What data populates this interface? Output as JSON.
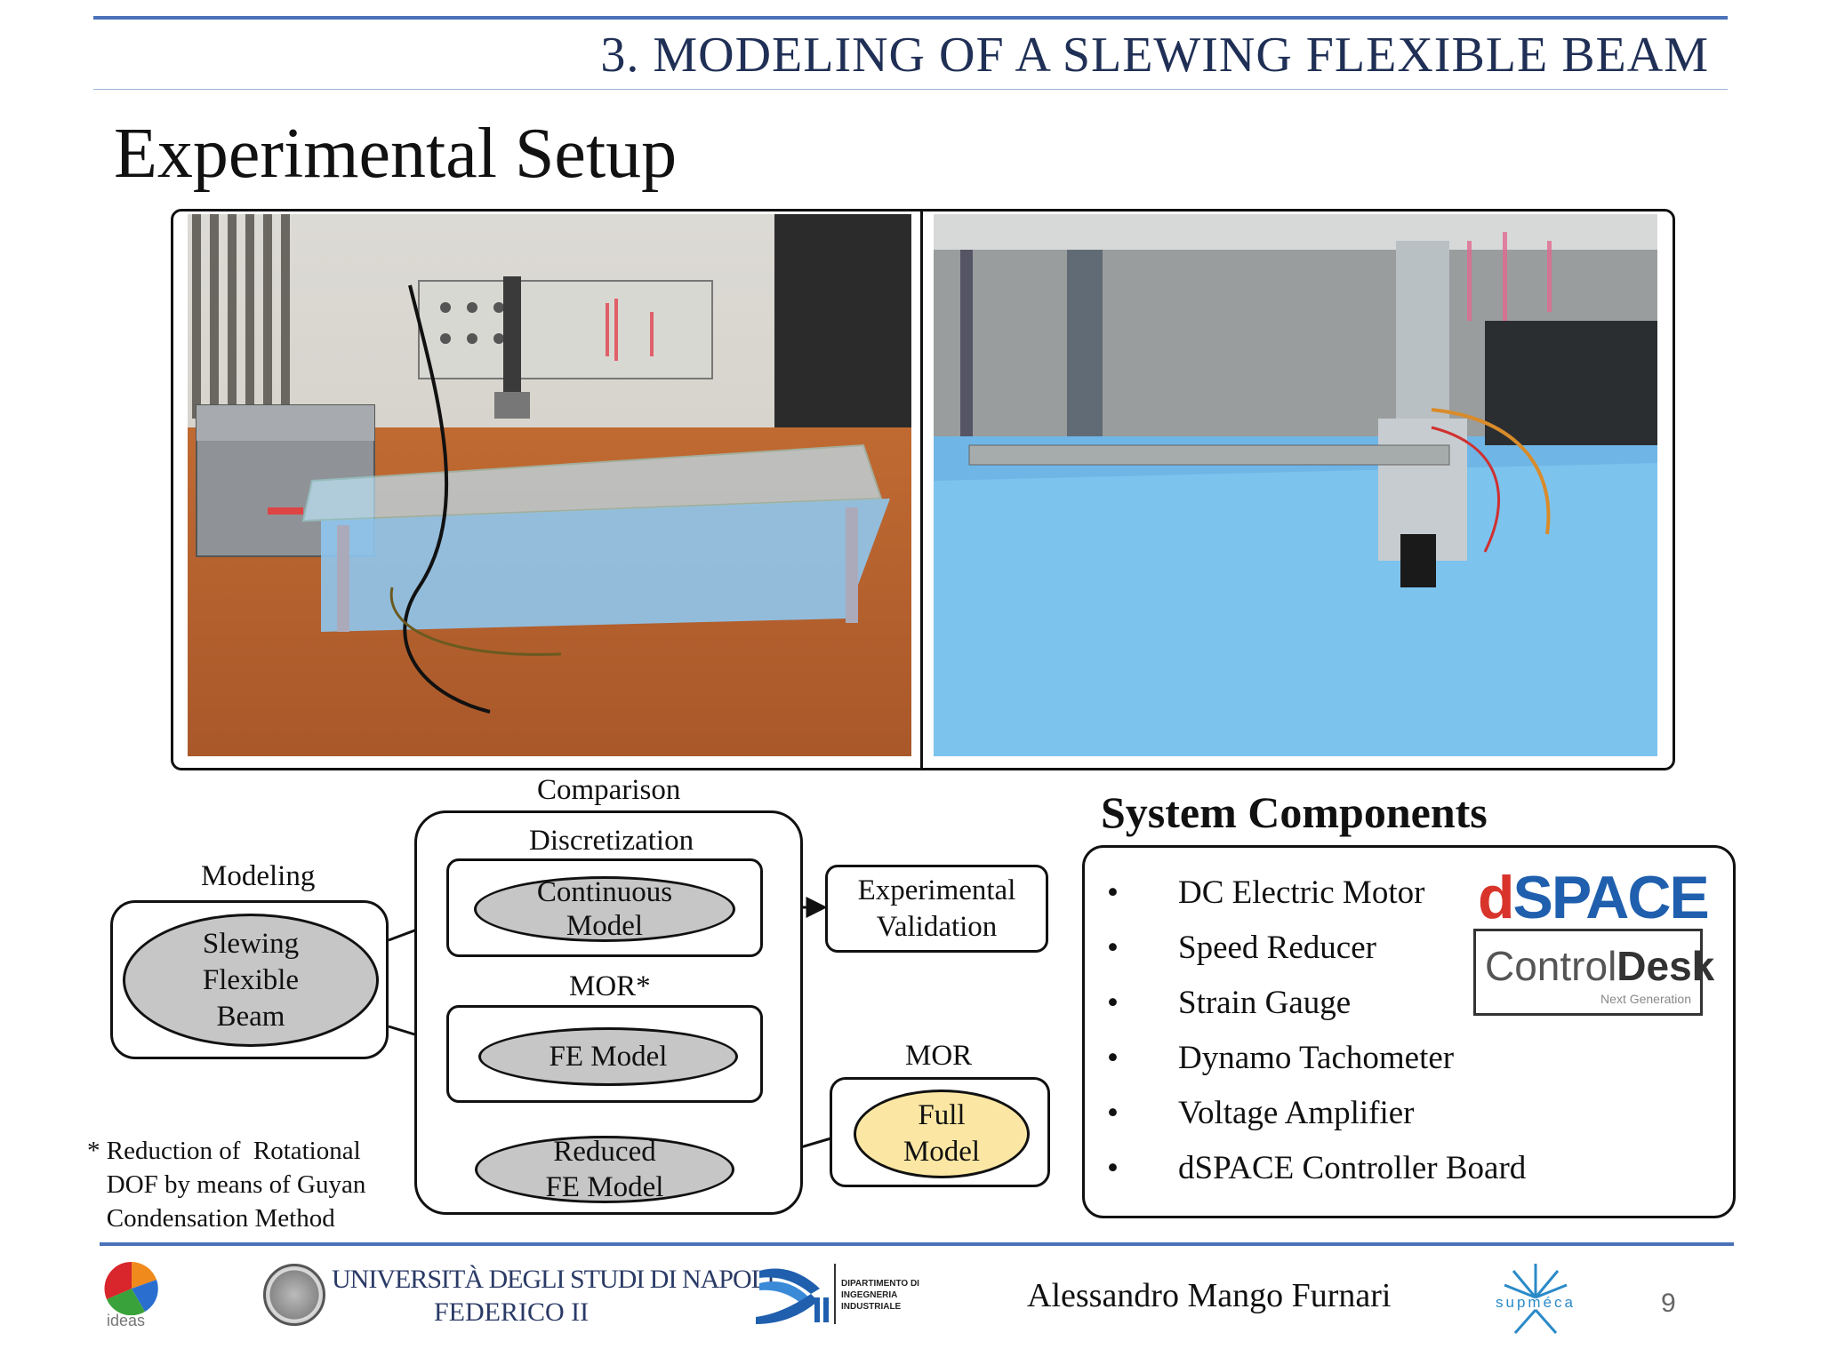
{
  "header": {
    "section_title": "3. MODELING OF A SLEWING FLEXIBLE BEAM",
    "slide_title": "Experimental Setup"
  },
  "diagram": {
    "comparison_label": "Comparison",
    "discretization_label": "Discretization",
    "modeling_label": "Modeling",
    "slewing_beam": "Slewing\nFlexible\nBeam",
    "continuous_model": "Continuous\nModel",
    "mor_star_label": "MOR*",
    "fe_model": "FE Model",
    "reduced_fe_model": "Reduced\nFE Model",
    "experimental_validation": "Experimental\nValidation",
    "mor_label": "MOR",
    "full_model": "Full\nModel"
  },
  "footnote": "* Reduction of  Rotational\n   DOF by means of Guyan\n   Condensation Method",
  "system_components": {
    "title": "System Components",
    "items": [
      "DC Electric Motor",
      "Speed Reducer",
      "Strain Gauge",
      "Dynamo Tachometer",
      "Voltage Amplifier",
      "dSPACE Controller Board"
    ],
    "bullet": "•"
  },
  "logos": {
    "dspace": "dSPACE",
    "controldesk_a": "Control",
    "controldesk_b": "Desk",
    "controldesk_sub": "Next Generation",
    "ideas": "ideas",
    "unina_line1": "UNIVERSITÀ DEGLI STUDI DI NAPOLI",
    "unina_line2": "FEDERICO II",
    "dii_text": "DIPARTIMENTO DI\nINGEGNERIA\nINDUSTRIALE",
    "supmeca": "supméca"
  },
  "footer": {
    "author": "Alessandro Mango Furnari",
    "page_number": "9"
  },
  "colors": {
    "accent_blue": "#4a72b8",
    "ellipse_gray": "#c6c6c6",
    "full_model_yellow": "#fbe7a3",
    "dspace_red": "#d8342c",
    "dspace_blue": "#1f5fae"
  }
}
